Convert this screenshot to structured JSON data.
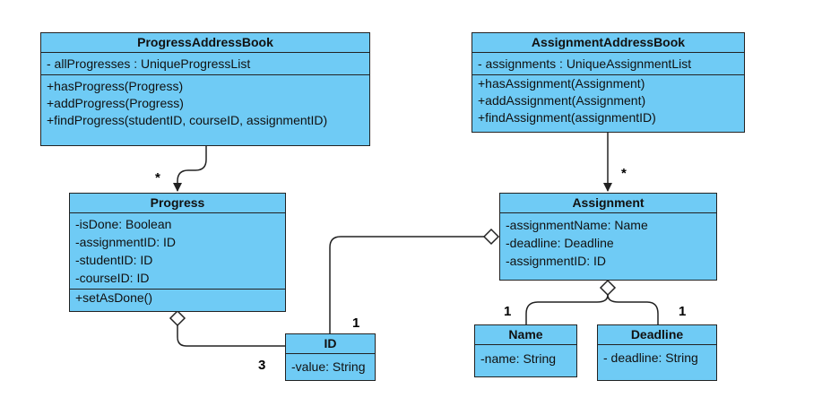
{
  "classes": {
    "progress_address_book": {
      "name": "ProgressAddressBook",
      "attributes": [
        "- allProgresses : UniqueProgressList"
      ],
      "methods": [
        "+hasProgress(Progress)",
        "+addProgress(Progress)",
        "+findProgress(studentID, courseID, assignmentID)"
      ]
    },
    "assignment_address_book": {
      "name": "AssignmentAddressBook",
      "attributes": [
        "- assignments : UniqueAssignmentList"
      ],
      "methods": [
        "+hasAssignment(Assignment)",
        "+addAssignment(Assignment)",
        "+findAssignment(assignmentID)"
      ]
    },
    "progress": {
      "name": "Progress",
      "attributes": [
        "-isDone: Boolean",
        "-assignmentID: ID",
        "-studentID: ID",
        "-courseID: ID"
      ],
      "methods": [
        "+setAsDone()"
      ]
    },
    "assignment": {
      "name": "Assignment",
      "attributes": [
        "-assignmentName: Name",
        "-deadline: Deadline",
        "-assignmentID: ID"
      ]
    },
    "id": {
      "name": "ID",
      "attributes": [
        "-value: String"
      ]
    },
    "name": {
      "name": "Name",
      "attributes": [
        "-name: String"
      ]
    },
    "deadline": {
      "name": "Deadline",
      "attributes": [
        "- deadline: String"
      ]
    }
  },
  "multiplicities": {
    "progress_book_to_progress": "*",
    "assignment_book_to_assignment": "*",
    "assignment_to_id": "1",
    "progress_to_id": "3",
    "assignment_to_name": "1",
    "assignment_to_deadline": "1"
  },
  "colors": {
    "class_fill": "#6fcbf5",
    "line": "#222222"
  }
}
